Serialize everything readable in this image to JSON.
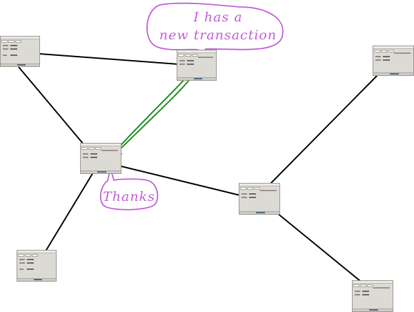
{
  "diagram": {
    "nodes": [
      {
        "id": "n1",
        "name": "node-top-left"
      },
      {
        "id": "n2",
        "name": "node-top-center"
      },
      {
        "id": "n3",
        "name": "node-top-right"
      },
      {
        "id": "n4",
        "name": "node-center-left"
      },
      {
        "id": "n5",
        "name": "node-center-right"
      },
      {
        "id": "n6",
        "name": "node-bottom-left"
      },
      {
        "id": "n7",
        "name": "node-bottom-right"
      }
    ],
    "edges": [
      [
        "n1",
        "n2"
      ],
      [
        "n1",
        "n4"
      ],
      [
        "n4",
        "n5"
      ],
      [
        "n4",
        "n6"
      ],
      [
        "n3",
        "n5"
      ],
      [
        "n5",
        "n7"
      ]
    ],
    "annotations": {
      "top_bubble_line1": "I has a",
      "top_bubble_line2": "new transaction",
      "bottom_bubble": "Thanks"
    },
    "colors": {
      "edge": "#000000",
      "arrow": "#1a8a1a",
      "annotation": "#c25cd6",
      "node_window": "#dcdad5"
    }
  }
}
